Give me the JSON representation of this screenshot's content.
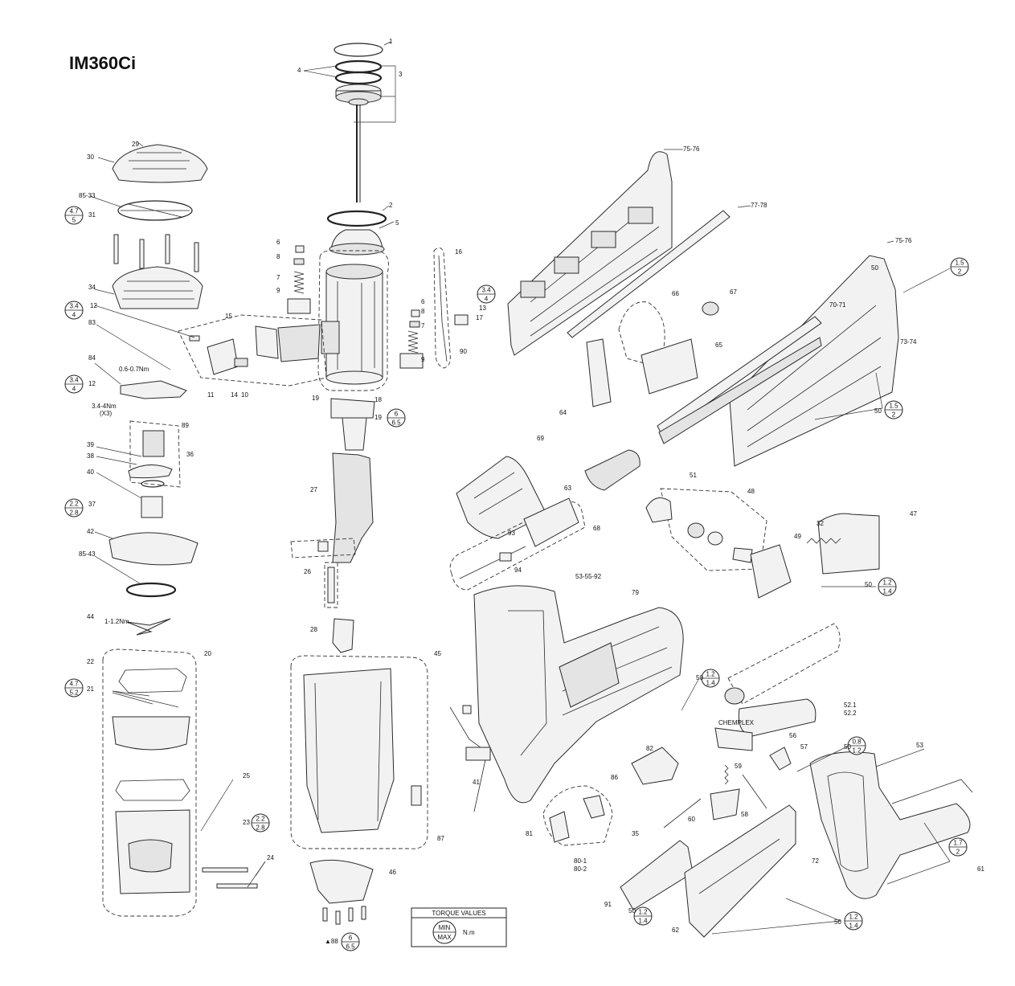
{
  "title": "IM360Ci",
  "torque_legend": {
    "header": "TORQUE VALUES",
    "min": "MIN",
    "max": "MAX",
    "unit": "N.m"
  },
  "torque_callouts": [
    {
      "min": "4.7",
      "max": "5"
    },
    {
      "min": "3.4",
      "max": "4"
    },
    {
      "min": "3.4",
      "max": "4"
    },
    {
      "min": "2.2",
      "max": "2.8"
    },
    {
      "min": "4.7",
      "max": "5.2"
    },
    {
      "min": "2.2",
      "max": "2.8"
    },
    {
      "min": "3.4",
      "max": "4"
    },
    {
      "min": "6",
      "max": "6.5"
    },
    {
      "min": "6",
      "max": "6.5"
    },
    {
      "min": "1.5",
      "max": "2"
    },
    {
      "min": "1.5",
      "max": "2"
    },
    {
      "min": "1.2",
      "max": "1.4"
    },
    {
      "min": "1.2",
      "max": "1.4"
    },
    {
      "min": "0.8",
      "max": "1.2"
    },
    {
      "min": "1.7",
      "max": "2"
    },
    {
      "min": "1.2",
      "max": "1.4"
    },
    {
      "min": "1.2",
      "max": "1.4"
    }
  ],
  "part_labels": [
    "1",
    "2",
    "3",
    "4",
    "5",
    "6",
    "7",
    "8",
    "9",
    "10",
    "11",
    "12",
    "12",
    "13",
    "14",
    "15",
    "16",
    "17",
    "18",
    "19",
    "19",
    "20",
    "21",
    "22",
    "23",
    "24",
    "25",
    "26",
    "27",
    "28",
    "29",
    "30",
    "31",
    "32",
    "34",
    "35",
    "36",
    "37",
    "38",
    "39",
    "40",
    "41",
    "42",
    "44",
    "45",
    "46",
    "47",
    "48",
    "49",
    "50",
    "50",
    "50",
    "50",
    "50",
    "50",
    "50",
    "51",
    "52.1",
    "52.2",
    "53",
    "53-55-92",
    "56",
    "57",
    "58",
    "59",
    "60",
    "61",
    "62",
    "63",
    "64",
    "65",
    "66",
    "67",
    "68",
    "69",
    "70-71",
    "72",
    "73-74",
    "75-76",
    "75-76",
    "77-78",
    "79",
    "80-1",
    "80-2",
    "81",
    "82",
    "83",
    "84",
    "85-33",
    "85-43",
    "86",
    "87",
    "▲88",
    "89",
    "90",
    "91",
    "93",
    "94",
    "6",
    "7",
    "8",
    "9"
  ],
  "notes": {
    "torque_84": "0.6-0.7Nm",
    "torque_12": "3.4-4Nm",
    "count_12": "(X3)",
    "torque_44": "1-1.2Nm",
    "chemplex": "CHEMPLEX"
  }
}
